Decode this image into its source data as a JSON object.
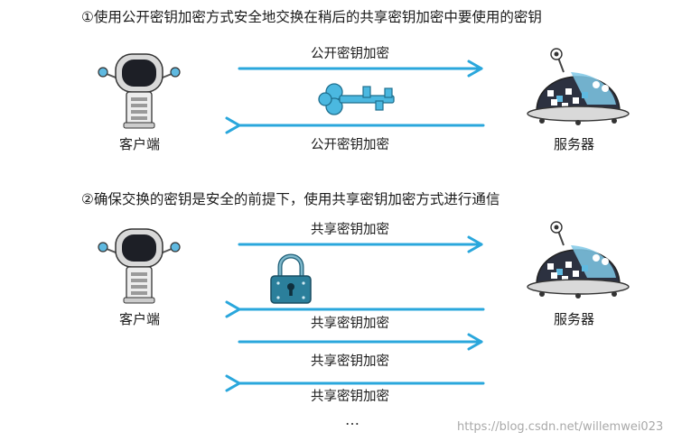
{
  "colors": {
    "arrow": "#2aa7dc",
    "key": "#4bb8e0",
    "lock": "#2b7f9b",
    "client_body": "#e8e8e8",
    "server_body": "#2c3140",
    "accent_screen": "#ffffff"
  },
  "section1": {
    "title": "①使用公开密钥加密方式安全地交换在稍后的共享密钥加密中要使用的密钥",
    "arrow_top_label": "公开密钥加密",
    "arrow_bottom_label": "公开密钥加密",
    "client_label": "客户端",
    "server_label": "服务器",
    "icons": [
      "client-robot-icon",
      "key-icon",
      "server-robot-icon"
    ]
  },
  "section2": {
    "title": "②确保交换的密钥是安全的前提下，使用共享密钥加密方式进行通信",
    "arrow_labels": [
      "共享密钥加密",
      "共享密钥加密",
      "共享密钥加密",
      "共享密钥加密"
    ],
    "client_label": "客户端",
    "server_label": "服务器",
    "ellipsis": "…",
    "icons": [
      "client-robot-icon",
      "padlock-icon",
      "server-robot-icon"
    ]
  },
  "watermark": "https://blog.csdn.net/willemwei023"
}
